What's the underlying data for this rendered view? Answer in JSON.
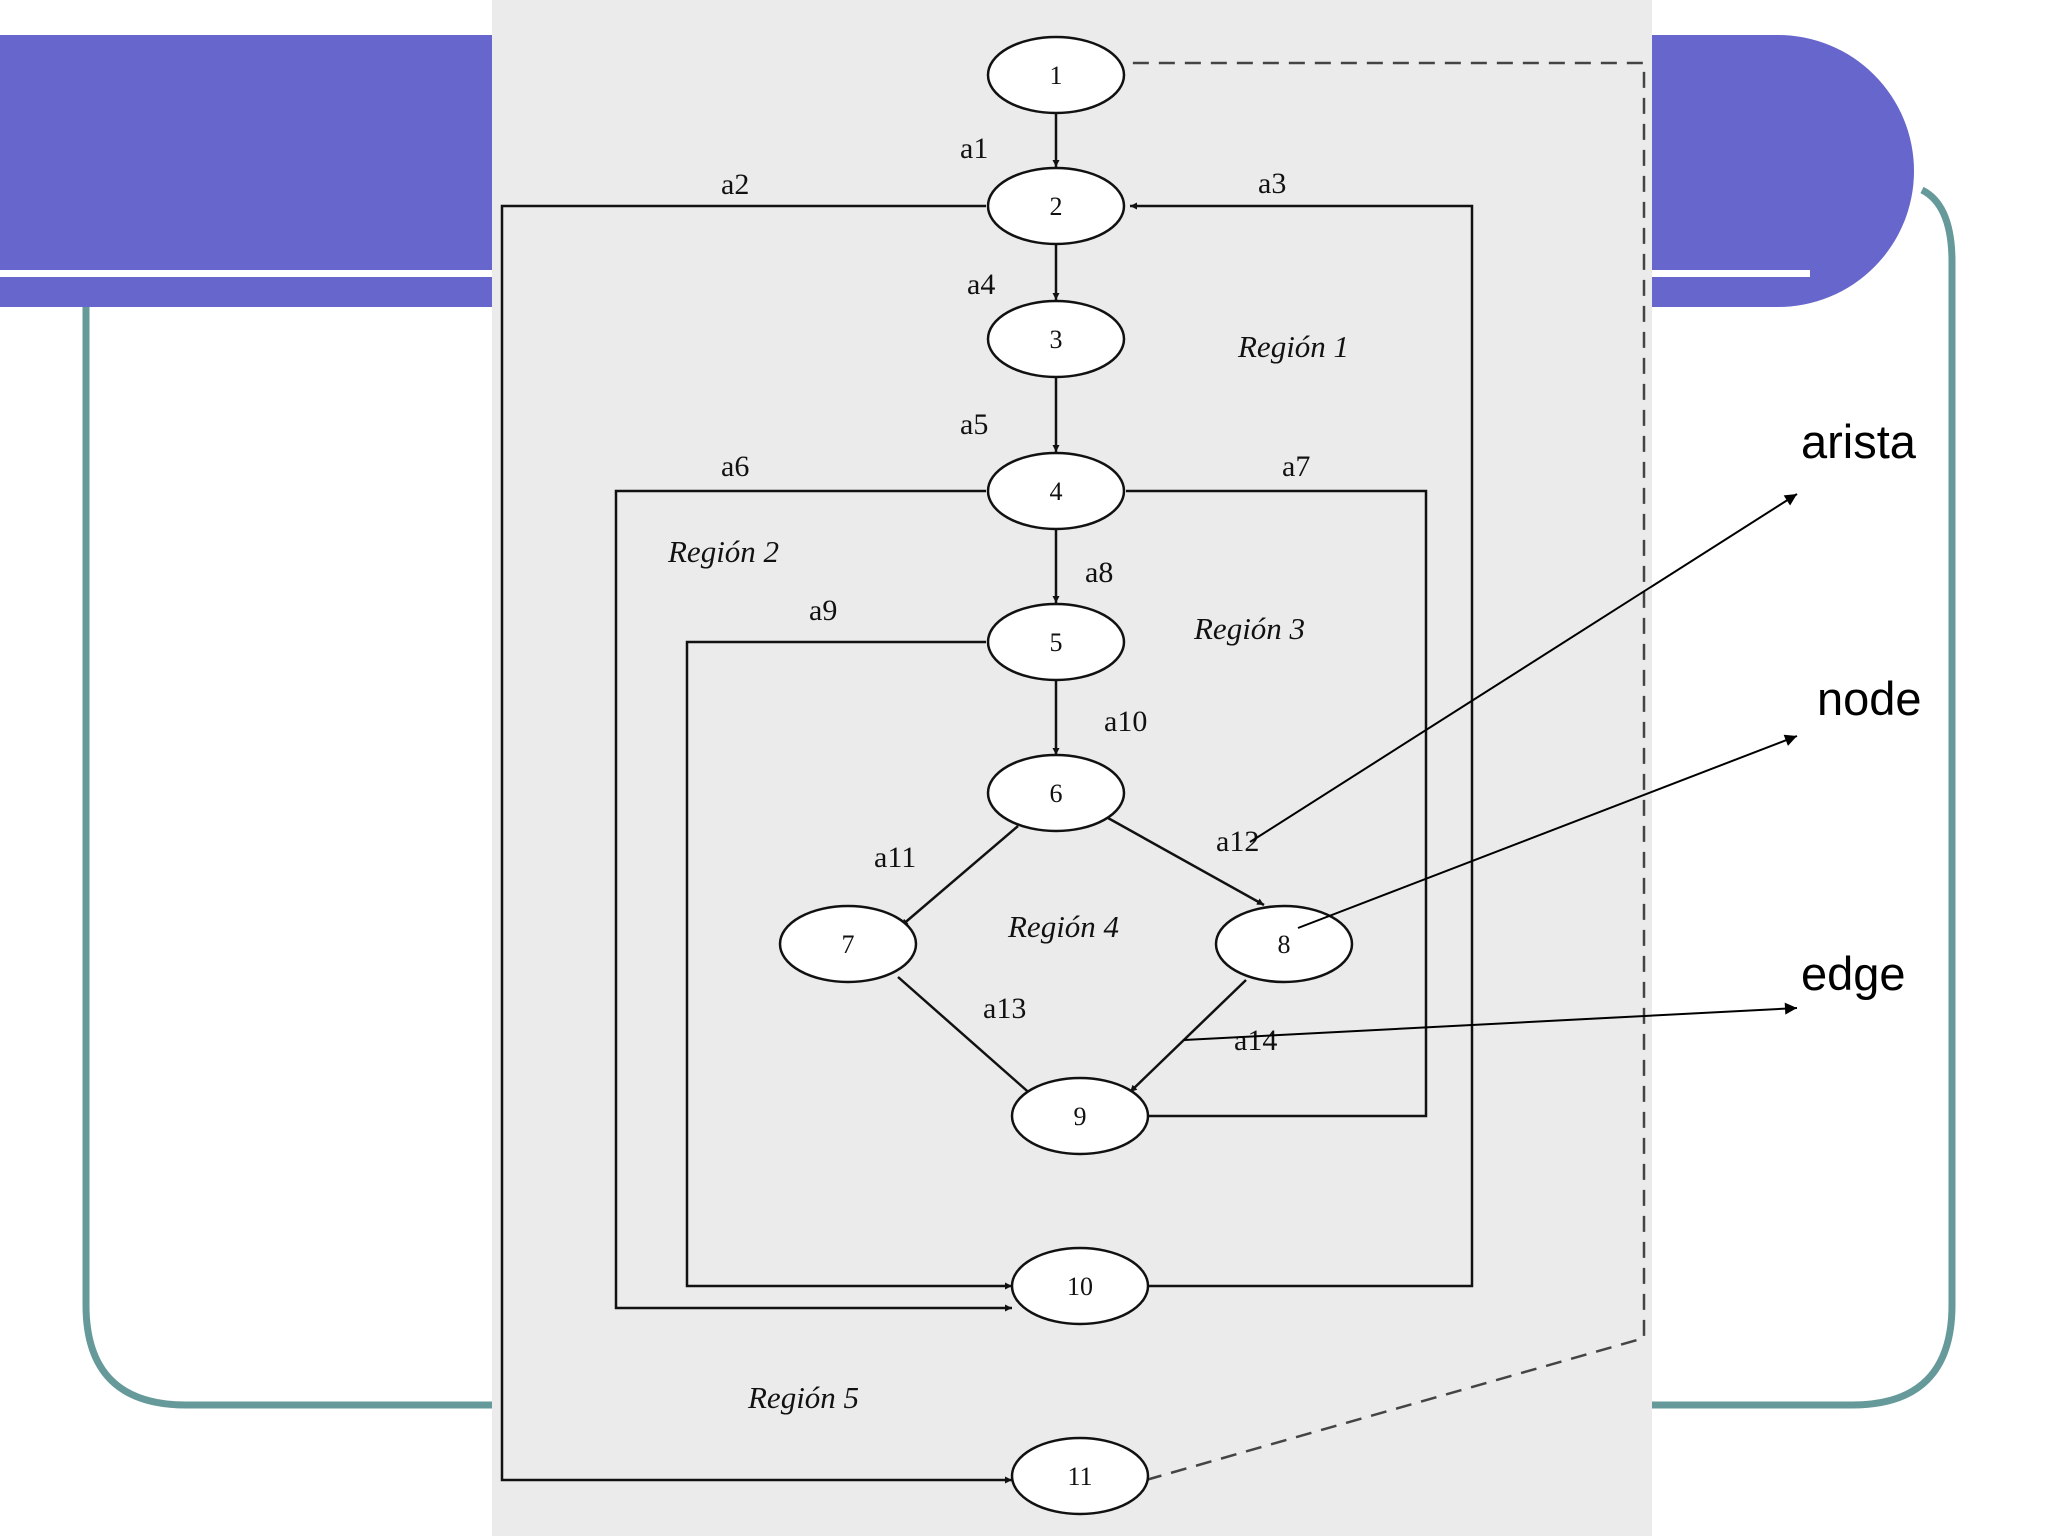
{
  "diagram": {
    "nodes": [
      {
        "id": "1",
        "label": "1"
      },
      {
        "id": "2",
        "label": "2"
      },
      {
        "id": "3",
        "label": "3"
      },
      {
        "id": "4",
        "label": "4"
      },
      {
        "id": "5",
        "label": "5"
      },
      {
        "id": "6",
        "label": "6"
      },
      {
        "id": "7",
        "label": "7"
      },
      {
        "id": "8",
        "label": "8"
      },
      {
        "id": "9",
        "label": "9"
      },
      {
        "id": "10",
        "label": "10"
      },
      {
        "id": "11",
        "label": "11"
      }
    ],
    "edges": [
      {
        "label": "a1",
        "from": "1",
        "to": "2"
      },
      {
        "label": "a2",
        "from": "2",
        "to": "11"
      },
      {
        "label": "a3",
        "from": "10",
        "to": "2"
      },
      {
        "label": "a4",
        "from": "2",
        "to": "3"
      },
      {
        "label": "a5",
        "from": "3",
        "to": "4"
      },
      {
        "label": "a6",
        "from": "4",
        "to": "10"
      },
      {
        "label": "a7",
        "from": "4",
        "to": "9"
      },
      {
        "label": "a8",
        "from": "4",
        "to": "5"
      },
      {
        "label": "a9",
        "from": "5",
        "to": "10"
      },
      {
        "label": "a10",
        "from": "5",
        "to": "6"
      },
      {
        "label": "a11",
        "from": "6",
        "to": "7"
      },
      {
        "label": "a12",
        "from": "6",
        "to": "8"
      },
      {
        "label": "a13",
        "from": "7",
        "to": "9"
      },
      {
        "label": "a14",
        "from": "8",
        "to": "9"
      }
    ],
    "regions": [
      "Región 1",
      "Región  2",
      "Región 3",
      "Región 4",
      "Región  5"
    ],
    "callouts": {
      "arista": "arista",
      "node": "node",
      "edge": "edge"
    }
  },
  "colors": {
    "header_blue": "#6666cc",
    "frame_teal": "#669999",
    "diagram_bg": "#ebebeb",
    "line": "#111111"
  }
}
